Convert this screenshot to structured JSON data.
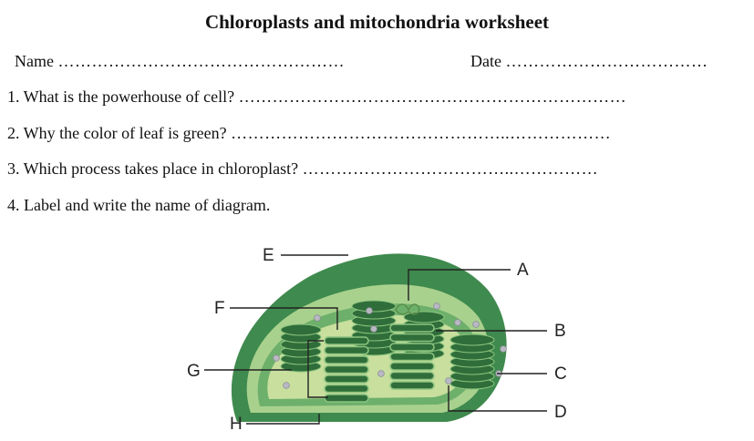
{
  "title": "Chloroplasts and mitochondria worksheet",
  "name_label": "Name",
  "name_dots": "……………………………………………",
  "date_label": "Date",
  "date_dots": "………………………………",
  "questions": [
    {
      "text": "1. What is the powerhouse of cell?",
      "dots": "……………………………………………………………"
    },
    {
      "text": "2. Why the color of leaf is green?",
      "dots": "…………………………………………..………………"
    },
    {
      "text": "3. Which process takes place in chloroplast?",
      "dots": "………………………………..……………"
    },
    {
      "text": "4. Label and write the name of diagram.",
      "dots": ""
    }
  ],
  "diagram": {
    "labels": [
      "A",
      "B",
      "C",
      "D",
      "E",
      "F",
      "G",
      "H"
    ],
    "colors": {
      "outer": "#3f8a4e",
      "light_band": "#a9d18e",
      "inner_membrane": "#6db06b",
      "stroma": "#c8df9e",
      "granum": "#2f6e3a",
      "thylakoid_edge": "#8cc47f"
    }
  }
}
